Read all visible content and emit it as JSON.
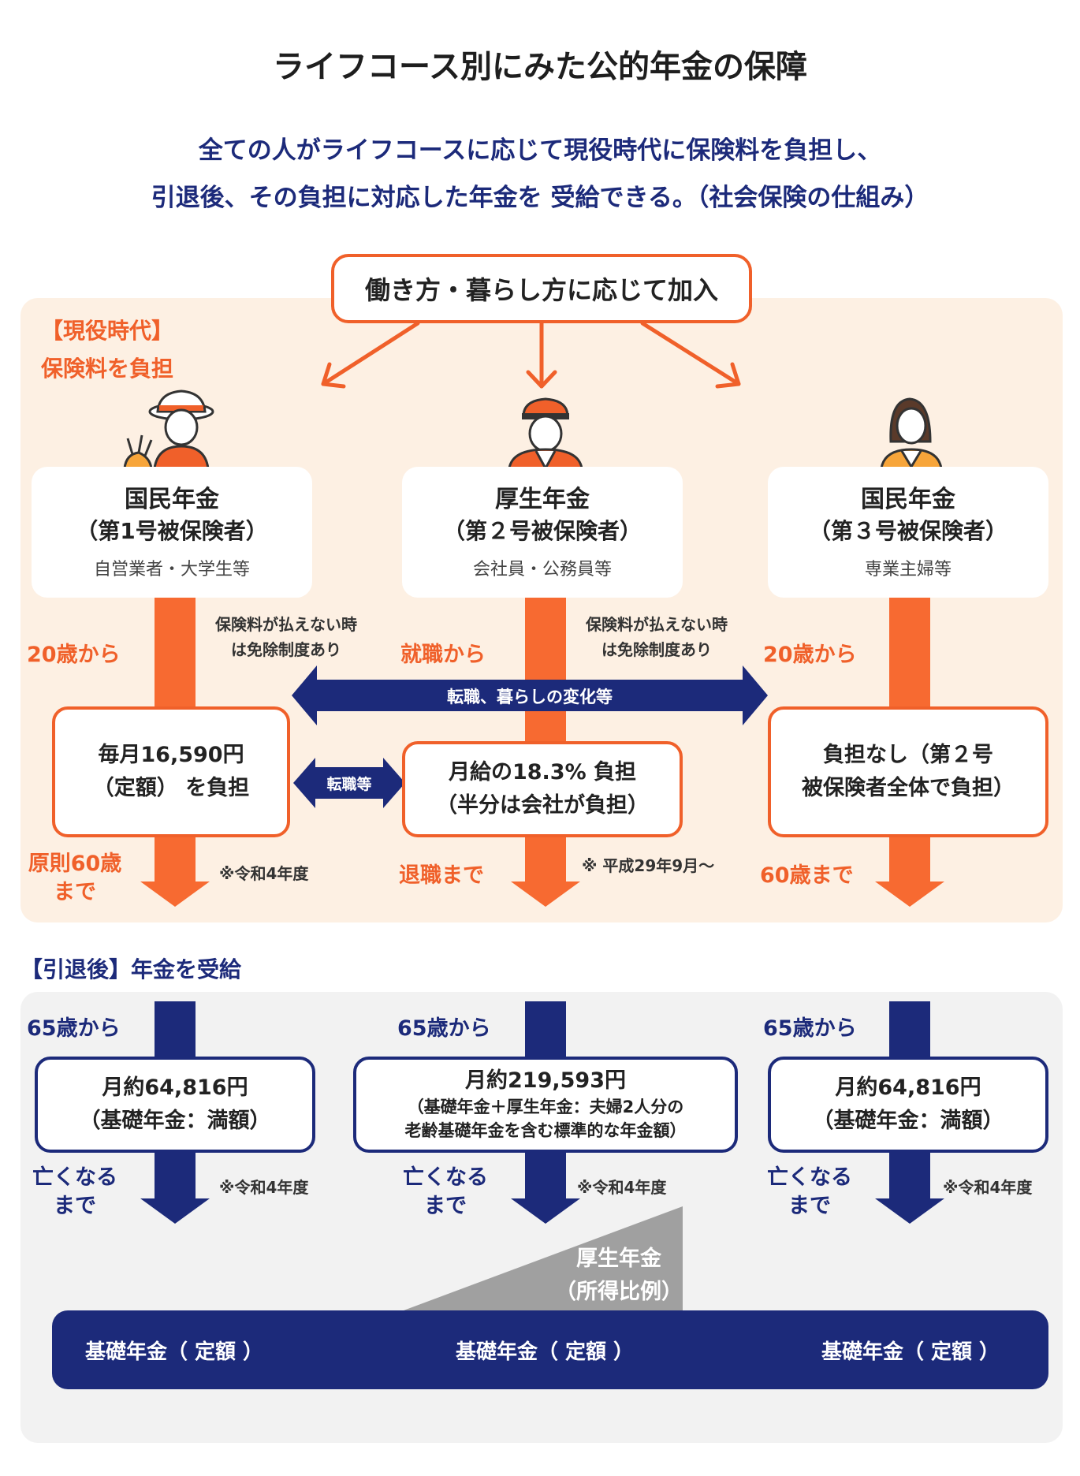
{
  "title": "ライフコース別にみた公的年金の保障",
  "subtitle": {
    "line1": "全ての人がライフコースに応じて現役時代に保険料を負担し、",
    "line2": "引退後、その負担に対応した年金を 受給できる。（社会保険の仕組み）"
  },
  "top_box": "働き方・暮らし方に応じて加入",
  "active_period": {
    "label": "【現役時代】",
    "sublabel": "保険料を負担"
  },
  "columns": [
    {
      "title": "国民年金",
      "category": "（第1号被保険者）",
      "members": "自営業者・大学生等",
      "start": "20歳から",
      "exemption": [
        "保険料が払えない時",
        "は免除制度あり"
      ],
      "contribution": [
        "毎月16,590円",
        "（定額） を負担"
      ],
      "end": [
        "原則60歳",
        "まで"
      ],
      "end_note": "※令和4年度",
      "pension_start": "65歳から",
      "pension": [
        "月約64,816円",
        "（基礎年金：満額）"
      ],
      "pension_end": [
        "亡くなる",
        "まで"
      ],
      "pension_note": "※令和4年度"
    },
    {
      "title": "厚生年金",
      "category": "（第２号被保険者）",
      "members": "会社員・公務員等",
      "start": "就職から",
      "exemption": [
        "保険料が払えない時",
        "は免除制度あり"
      ],
      "contribution": [
        "月給の18.3% 負担",
        "（半分は会社が負担）"
      ],
      "end": [
        "退職まで"
      ],
      "end_note": "※ 平成29年9月～",
      "pension_start": "65歳から",
      "pension_amount": "月約219,593円",
      "pension_detail": [
        "（基礎年金＋厚生年金：夫婦2人分の",
        "老齢基礎年金を含む標準的な年金額）"
      ],
      "pension_end": [
        "亡くなる",
        "まで"
      ],
      "pension_note": "※令和4年度"
    },
    {
      "title": "国民年金",
      "category": "（第３号被保険者）",
      "members": "専業主婦等",
      "start": "20歳から",
      "contribution": [
        "負担なし（第２号",
        "被保険者全体で負担）"
      ],
      "end": [
        "60歳まで"
      ],
      "pension_start": "65歳から",
      "pension": [
        "月約64,816円",
        "（基礎年金：満額）"
      ],
      "pension_end": [
        "亡くなる",
        "まで"
      ],
      "pension_note": "※令和4年度"
    }
  ],
  "transfer_arrow": "転職、暮らしの変化等",
  "job_change_arrow": "転職等",
  "retirement": {
    "label": "【引退後】年金を受給"
  },
  "employee_pension_wedge": [
    "厚生年金",
    "（所得比例）"
  ],
  "basic_pension_bar": [
    "基礎年金（ 定額 ）",
    "基礎年金（ 定額 ）",
    "基礎年金（ 定額 ）"
  ],
  "colors": {
    "orange": "#f0602a",
    "navy": "#1c2a7a",
    "panel_orange": "#fdf0e3",
    "panel_gray": "#f2f2f2",
    "wedge_gray": "#a0a0a0"
  },
  "icons": [
    "farmer-icon",
    "officer-icon",
    "woman-icon"
  ]
}
